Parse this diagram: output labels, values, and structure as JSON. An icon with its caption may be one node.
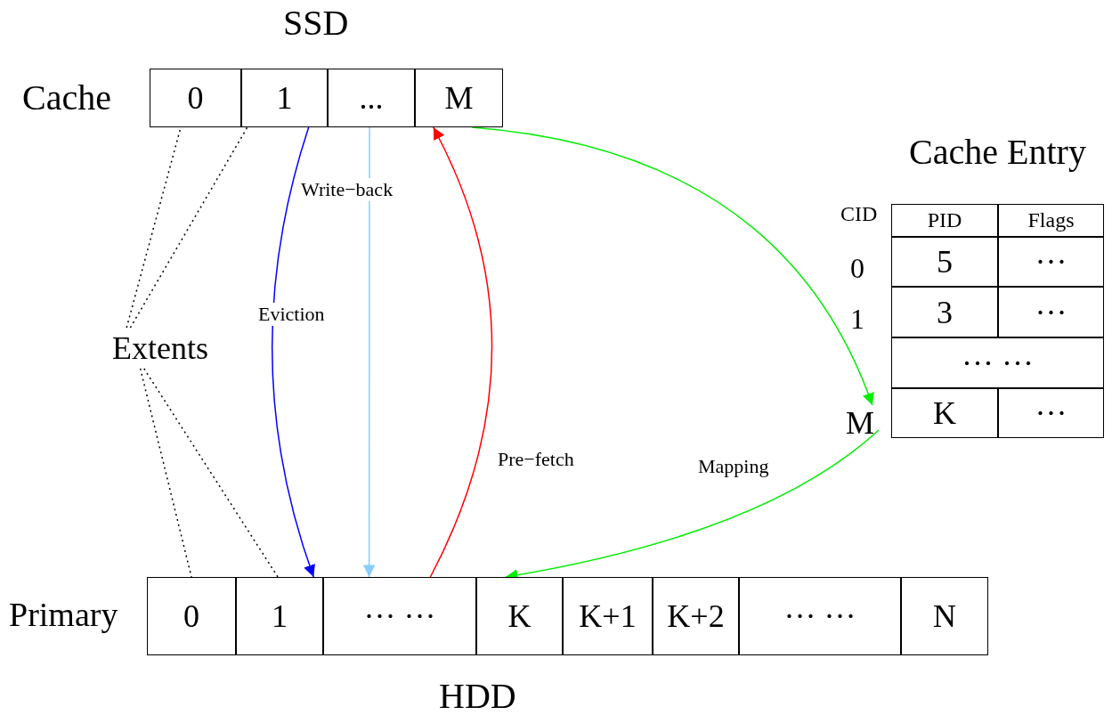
{
  "diagram": {
    "nodes": [
      {
        "text": [
          "0"
        ]
      },
      {
        "text": [
          "1"
        ]
      },
      {
        "text": [
          "..."
        ]
      },
      {
        "text": [
          "M"
        ]
      },
      {
        "text": [
          "Cache Entry"
        ]
      },
      {
        "text": [
          "PID"
        ],
        "in": 4
      },
      {
        "text": [
          "Flags"
        ],
        "in": 4
      },
      {
        "text": [
          "5"
        ],
        "in": 4
      },
      {
        "text": [
          "···"
        ],
        "in": 4
      },
      {
        "text": [
          "3"
        ],
        "in": 4
      },
      {
        "text": [
          "···"
        ],
        "in": 4
      },
      {
        "text": [
          "··· ···"
        ],
        "in": 4
      },
      {
        "text": [
          "K"
        ],
        "in": 4
      },
      {
        "text": [
          "···"
        ],
        "in": 4
      },
      {
        "text": [
          "M"
        ]
      },
      {
        "text": [
          "Extents"
        ]
      },
      {
        "text": [
          "0"
        ]
      },
      {
        "text": [
          "1"
        ]
      },
      {
        "text": [
          "··· ···"
        ]
      },
      {
        "text": [
          "K"
        ]
      },
      {
        "text": [
          "K+1"
        ]
      },
      {
        "text": [
          "K+2"
        ]
      },
      {
        "text": [
          "··· ···"
        ]
      },
      {
        "text": [
          "N"
        ]
      }
    ],
    "edges": [
      {
        "from": 1,
        "to": 17,
        "arrow": "to",
        "label": "Eviction",
        "color": "#0000ff"
      },
      {
        "from": 2,
        "to": 18,
        "arrow": "to",
        "label": "Write−back",
        "color": "#87cefa"
      },
      {
        "from": 18,
        "to": 3,
        "arrow": "to",
        "label": "Pre−fetch",
        "color": "#ff0000"
      },
      {
        "from": 3,
        "to": 14,
        "arrow": "to",
        "color": "#00ee00"
      },
      {
        "from": 14,
        "to": 19,
        "arrow": "to",
        "label": "Mapping",
        "color": "#00ee00"
      },
      {
        "from": 15,
        "to": 0,
        "arrow": "none",
        "style": "dashed"
      },
      {
        "from": 15,
        "to": 1,
        "arrow": "none",
        "style": "dashed"
      },
      {
        "from": 15,
        "to": 16,
        "arrow": "none",
        "style": "dashed"
      },
      {
        "from": 15,
        "to": 17,
        "arrow": "none",
        "style": "dashed"
      }
    ],
    "labels": [
      "SSD",
      "Cache",
      "CID",
      "0",
      "1",
      "Primary",
      "HDD"
    ]
  }
}
